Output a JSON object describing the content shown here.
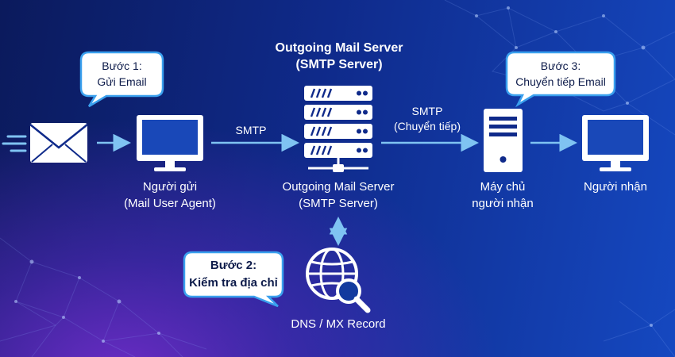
{
  "title": {
    "line1": "Outgoing Mail Server",
    "line2": "(SMTP Server)"
  },
  "steps": [
    {
      "label": "Bước 1:",
      "text": "Gửi Email"
    },
    {
      "label": "Bước 2:",
      "text": "Kiểm tra địa chỉ"
    },
    {
      "label": "Bước 3:",
      "text": "Chuyển tiếp Email"
    }
  ],
  "nodes": {
    "sender": {
      "line1": "Người gửi",
      "line2": "(Mail User Agent)"
    },
    "smtp_server": {
      "line1": "Outgoing Mail Server",
      "line2": "(SMTP Server)"
    },
    "recipient_server": {
      "line1": "Máy chủ",
      "line2": "người nhận"
    },
    "recipient": {
      "line1": "Người nhận"
    },
    "dns": {
      "line1": "DNS / MX Record"
    }
  },
  "edges": [
    {
      "from": "email",
      "to": "sender",
      "label": ""
    },
    {
      "from": "sender",
      "to": "smtp_server",
      "label": "SMTP"
    },
    {
      "from": "smtp_server",
      "to": "recipient_server",
      "label": "SMTP",
      "sublabel": "(Chuyển tiếp)"
    },
    {
      "from": "recipient_server",
      "to": "recipient",
      "label": ""
    },
    {
      "from": "smtp_server",
      "to": "dns",
      "label": "",
      "bidirectional": true
    }
  ],
  "icons": {
    "email": "envelope-icon",
    "sender": "monitor-icon",
    "smtp_server": "server-rack-icon",
    "recipient_server": "tower-server-icon",
    "recipient": "monitor-icon",
    "dns": "globe-search-icon"
  },
  "colors": {
    "background_dark": "#0b1a5c",
    "background_light": "#1548c0",
    "accent_purple": "#6a2cc4",
    "arrow": "#7fc3f2",
    "bubble_fill": "#ffffff",
    "bubble_border": "#3aa0ee"
  }
}
